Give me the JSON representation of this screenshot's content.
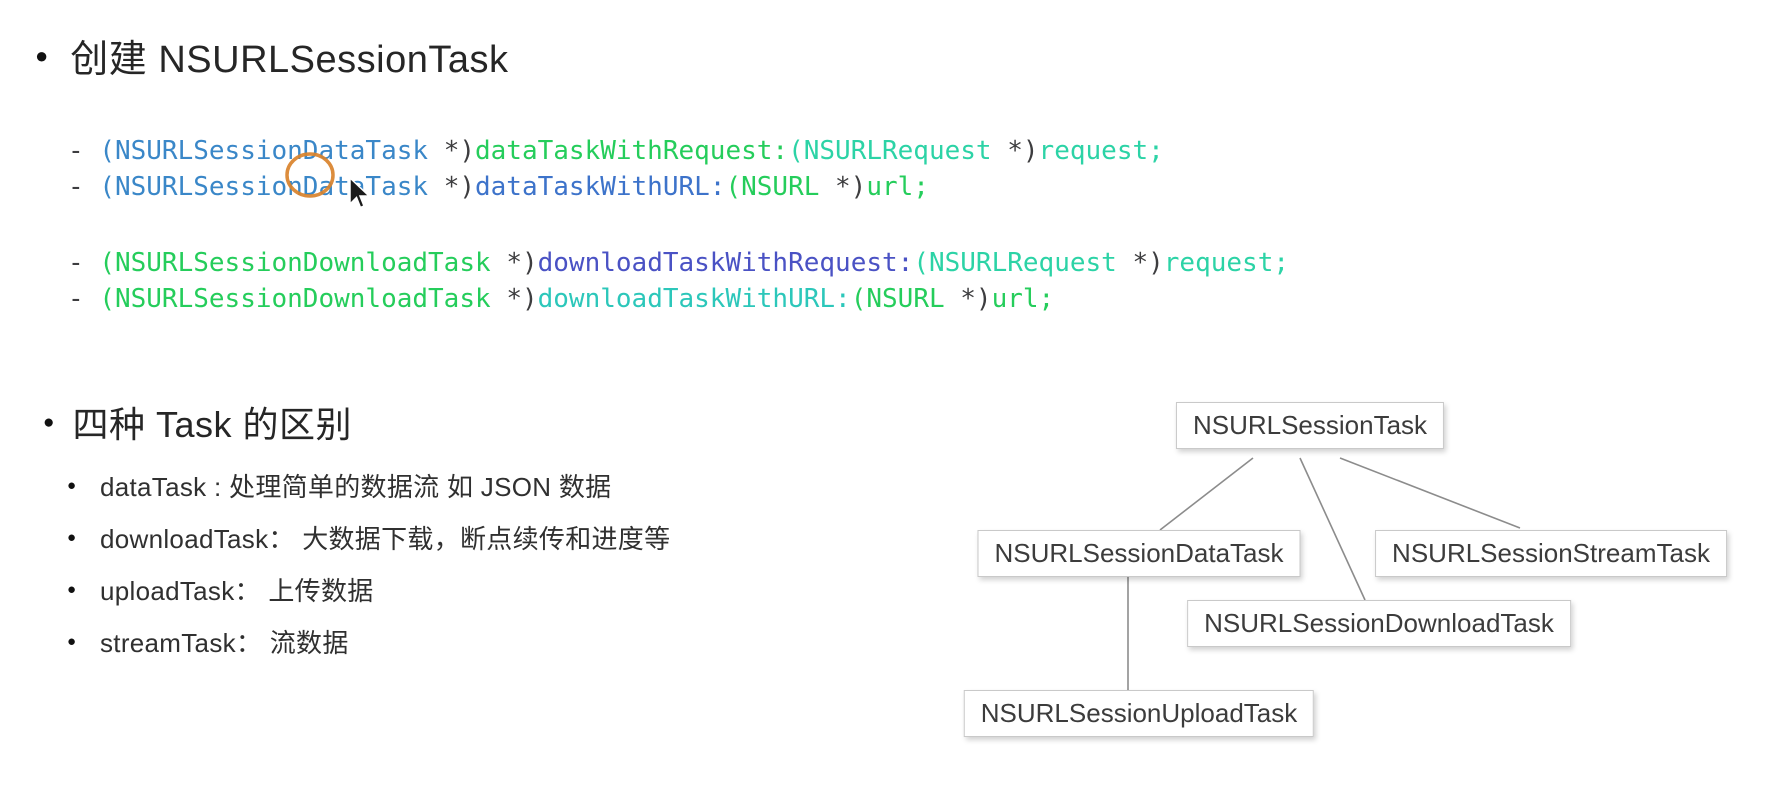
{
  "section_create": {
    "bullet": "●",
    "title": "创建 NSURLSessionTask",
    "code": {
      "palette": {
        "dark": "#3d3d3f",
        "blue": "#3a87c8",
        "green": "#25cd5b",
        "teal": "#2cd3a6",
        "royal": "#3d73ca",
        "indigo": "#4a52c4",
        "cyan": "#2cc7ba"
      },
      "groups": [
        {
          "lines": [
            {
              "tokens": [
                {
                  "t": "- ",
                  "c": "dark"
                },
                {
                  "t": "(NSURLSessionDataTask ",
                  "c": "blue"
                },
                {
                  "t": "*)",
                  "c": "dark"
                },
                {
                  "t": "dataTaskWithRequest:",
                  "c": "green"
                },
                {
                  "t": "(NSURLRequest ",
                  "c": "teal"
                },
                {
                  "t": "*)",
                  "c": "dark"
                },
                {
                  "t": "request;",
                  "c": "teal"
                }
              ]
            },
            {
              "tokens": [
                {
                  "t": "- ",
                  "c": "dark"
                },
                {
                  "t": "(NSURLSessionDataTask ",
                  "c": "blue"
                },
                {
                  "t": "*)",
                  "c": "dark"
                },
                {
                  "t": "dataTaskWithURL:",
                  "c": "royal"
                },
                {
                  "t": "(NSURL ",
                  "c": "green"
                },
                {
                  "t": "*)",
                  "c": "dark"
                },
                {
                  "t": "url;",
                  "c": "green"
                }
              ]
            }
          ]
        },
        {
          "lines": [
            {
              "tokens": [
                {
                  "t": "- ",
                  "c": "dark"
                },
                {
                  "t": "(NSURLSessionDownloadTask ",
                  "c": "green"
                },
                {
                  "t": "*)",
                  "c": "dark"
                },
                {
                  "t": "downloadTaskWithRequest:",
                  "c": "indigo"
                },
                {
                  "t": "(NSURLRequest ",
                  "c": "teal"
                },
                {
                  "t": "*)",
                  "c": "dark"
                },
                {
                  "t": "request;",
                  "c": "teal"
                }
              ]
            },
            {
              "tokens": [
                {
                  "t": "- ",
                  "c": "dark"
                },
                {
                  "t": "(NSURLSessionDownloadTask ",
                  "c": "green"
                },
                {
                  "t": "*)",
                  "c": "dark"
                },
                {
                  "t": "downloadTaskWithURL:",
                  "c": "cyan"
                },
                {
                  "t": "(NSURL ",
                  "c": "green"
                },
                {
                  "t": "*)",
                  "c": "dark"
                },
                {
                  "t": "url;",
                  "c": "green"
                }
              ]
            }
          ]
        }
      ]
    }
  },
  "section_tasks": {
    "bullet": "●",
    "title": "四种 Task 的区别",
    "items": [
      {
        "bullet": "●",
        "text": "dataTask : 处理简单的数据流 如 JSON 数据"
      },
      {
        "bullet": "●",
        "text": "downloadTask： 大数据下载，断点续传和进度等"
      },
      {
        "bullet": "●",
        "text": "uploadTask： 上传数据"
      },
      {
        "bullet": "●",
        "text": "streamTask： 流数据"
      }
    ]
  },
  "diagram": {
    "nodes": [
      {
        "id": "task",
        "label": "NSURLSessionTask"
      },
      {
        "id": "data",
        "label": "NSURLSessionDataTask"
      },
      {
        "id": "stream",
        "label": "NSURLSessionStreamTask"
      },
      {
        "id": "download",
        "label": "NSURLSessionDownloadTask"
      },
      {
        "id": "upload",
        "label": "NSURLSessionUploadTask"
      }
    ],
    "edges": [
      {
        "from": "task",
        "to": "data"
      },
      {
        "from": "task",
        "to": "download"
      },
      {
        "from": "task",
        "to": "stream"
      },
      {
        "from": "data",
        "to": "upload"
      }
    ],
    "edge_color": "#8c8c8c"
  },
  "annotations": {
    "highlight_color": "#d9822b"
  }
}
